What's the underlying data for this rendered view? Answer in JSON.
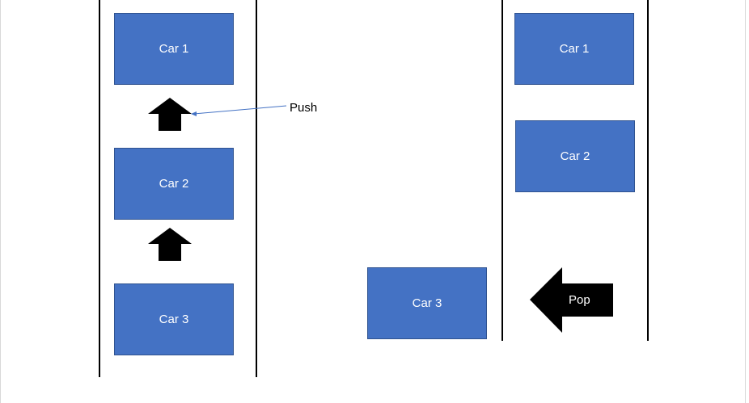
{
  "colors": {
    "car_fill": "#4472c4",
    "car_border": "#2f528f",
    "lane": "#000000",
    "callout_line": "#4472c4",
    "arrow": "#000000"
  },
  "left_stack": {
    "cars": [
      "Car 1",
      "Car 2",
      "Car 3"
    ],
    "push_label": "Push"
  },
  "right_stack": {
    "cars": [
      "Car 1",
      "Car 2"
    ],
    "popped_car": "Car 3",
    "pop_label": "Pop"
  }
}
